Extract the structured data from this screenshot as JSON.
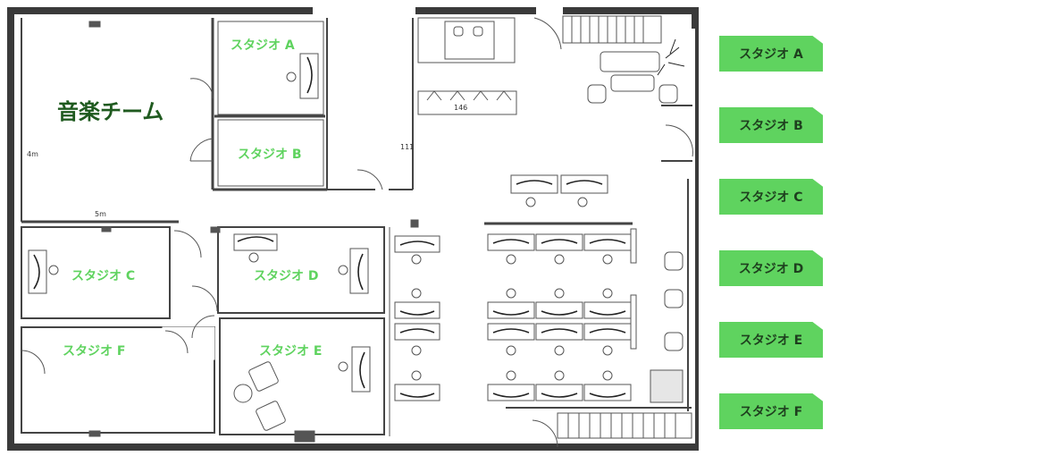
{
  "floorplan": {
    "team_label": "音楽チーム",
    "dims": {
      "vertical": "4m",
      "horizontal": "5m",
      "room_111": "111",
      "room_146": "146"
    },
    "rooms": {
      "a": "スタジオ A",
      "b": "スタジオ B",
      "c": "スタジオ C",
      "d": "スタジオ D",
      "e": "スタジオ E",
      "f": "スタジオ F"
    }
  },
  "legend": {
    "items": [
      "スタジオ A",
      "スタジオ B",
      "スタジオ C",
      "スタジオ D",
      "スタジオ E",
      "スタジオ F"
    ]
  },
  "colors": {
    "wall": "#3a3a3a",
    "label": "#5fd35f",
    "team": "#1f5a1f",
    "tag": "#5fd35f"
  }
}
